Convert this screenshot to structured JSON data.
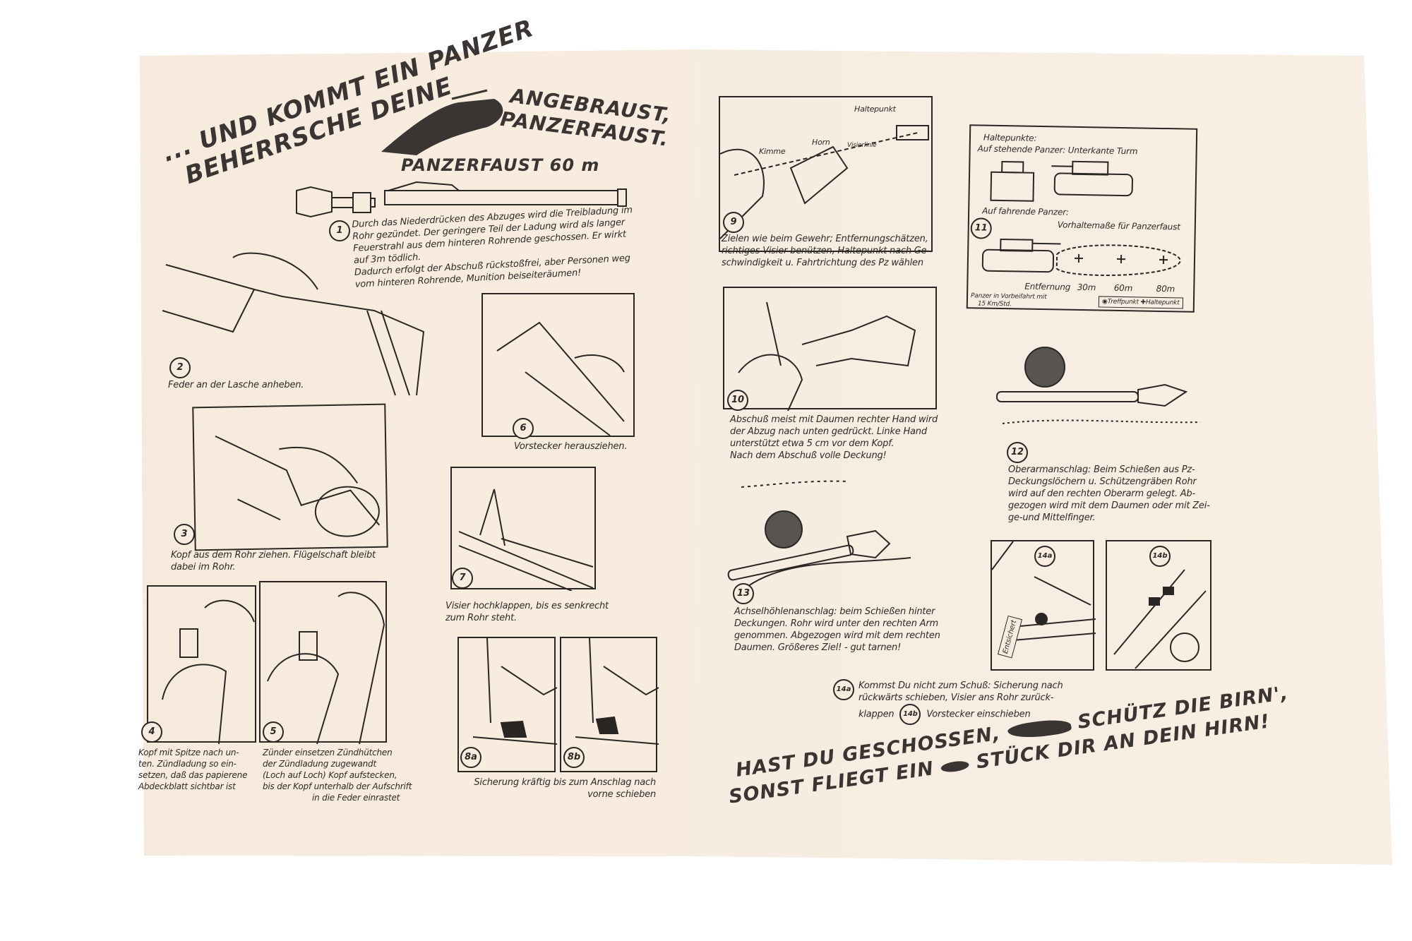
{
  "left_page": {
    "headline_line1": "... UND KOMMT EIN PANZER",
    "headline_line2": "BEHERRSCHE DEINE",
    "headline_right1": "ANGEBRAUST,",
    "headline_right2": "PANZERFAUST.",
    "subtitle": "PANZERFAUST 60 m",
    "figures": [
      {
        "num": "1",
        "caption": [
          "Durch das Niederdrücken des Abzuges wird die Treibladung im",
          "Rohr gezündet. Der geringere Teil der Ladung wird als langer",
          "Feuerstrahl aus dem hinteren Rohrende geschossen. Er wirkt",
          "auf 3m tödlich.",
          "Dadurch erfolgt der Abschuß rückstoßfrei, aber Personen weg",
          "vom hinteren Rohrende, Munition beiseiteräumen!"
        ]
      },
      {
        "num": "2",
        "caption": [
          "Feder an der Lasche anheben."
        ]
      },
      {
        "num": "3",
        "caption": [
          "Kopf aus dem Rohr ziehen. Flügelschaft bleibt",
          "dabei im Rohr."
        ]
      },
      {
        "num": "4",
        "caption": [
          "Kopf mit Spitze nach un-",
          "ten. Zündladung so ein-",
          "setzen, daß das papierene",
          "Abdeckblatt sichtbar ist"
        ]
      },
      {
        "num": "5",
        "caption": [
          "Zünder einsetzen Zündhütchen",
          "der Zündladung zugewandt",
          "(Loch auf Loch) Kopf aufstecken,",
          "bis der Kopf unterhalb der Aufschrift",
          "in die Feder einrastet"
        ]
      },
      {
        "num": "6",
        "caption": [
          "Vorstecker herausziehen."
        ]
      },
      {
        "num": "7",
        "caption": [
          "Visier hochklappen, bis es senkrecht",
          "zum Rohr steht."
        ]
      },
      {
        "num": "8a",
        "caption": []
      },
      {
        "num": "8b",
        "caption": [
          "Sicherung kräftig bis zum Anschlag nach",
          "vorne schieben"
        ]
      }
    ]
  },
  "right_page": {
    "fig9": {
      "num": "9",
      "labels": {
        "haltepunkt": "Haltepunkt",
        "horn": "Horn",
        "kimme": "Kimme",
        "visierlinie": "Visierlinie"
      },
      "caption": [
        "Zielen wie beim Gewehr; Entfernungschätzen,",
        "richtiges Visier benützen, Haltepunkt nach Ge-",
        "schwindigkeit u. Fahrtrichtung des Pz wählen"
      ]
    },
    "fig10": {
      "num": "10",
      "caption": [
        "Abschuß meist mit Daumen rechter Hand wird",
        "der Abzug nach unten gedrückt. Linke Hand",
        "unterstützt etwa 5 cm vor dem Kopf.",
        "Nach dem Abschuß volle Deckung!"
      ]
    },
    "fig11": {
      "num": "11",
      "title": "Haltepunkte:",
      "standing": "Auf stehende Panzer:  Unterkante Turm",
      "moving": "Auf fahrende Panzer:",
      "lead": "Vorhaltemaße für Panzerfaust",
      "distance_label": "Entfernung",
      "distances": [
        "30m",
        "60m",
        "80m"
      ],
      "note": [
        "Panzer in Vorbeifahrt mit",
        "15 Km/Std."
      ],
      "legend_hit": "Treffpunkt",
      "legend_hold": "Haltepunkt"
    },
    "fig12": {
      "num": "12",
      "caption": [
        "Oberarmanschlag: Beim Schießen aus Pz-",
        "Deckungslöchern u. Schützengräben Rohr",
        "wird auf den rechten Oberarm gelegt. Ab-",
        "gezogen wird mit dem Daumen oder mit Zei-",
        "ge-und Mittelfinger."
      ]
    },
    "fig13": {
      "num": "13",
      "caption": [
        "Achselhöhlenanschlag: beim Schießen hinter",
        "Deckungen. Rohr wird unter den rechten Arm",
        "genommen. Abgezogen wird mit dem rechten",
        "Daumen. Größeres Ziel! - gut tarnen!"
      ]
    },
    "fig14": {
      "num_a": "14a",
      "num_b": "14b",
      "tag": "Entsichert",
      "caption_a": [
        "Kommst Du nicht zum Schuß: Sicherung nach",
        "rückwärts schieben, Visier ans Rohr zurück-",
        "klappen"
      ],
      "caption_b": "Vorstecker einschieben"
    },
    "footer_line1": "HAST DU GESCHOSSEN,",
    "footer_line1b": "SCHÜTZ DIE BIRN',",
    "footer_line2": "SONST FLIEGT EIN",
    "footer_line2b": "STÜCK DIR AN DEIN HIRN!"
  }
}
